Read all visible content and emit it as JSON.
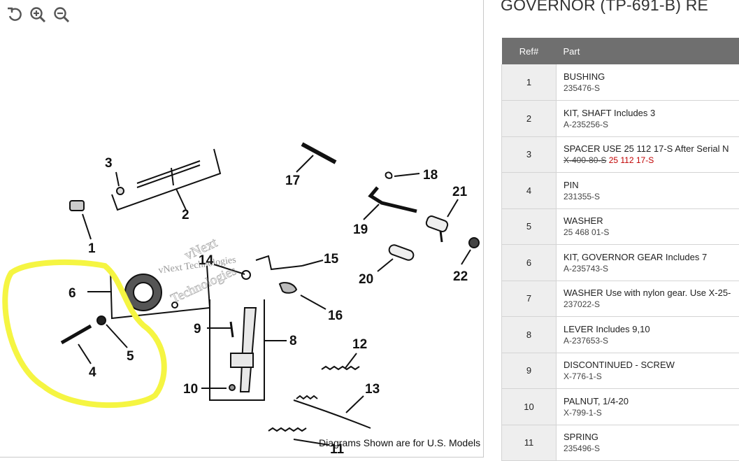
{
  "toolbar": {
    "reset_icon": "reset-icon",
    "zoom_in_icon": "zoom-in-icon",
    "zoom_out_icon": "zoom-out-icon"
  },
  "diagram": {
    "callouts": [
      "1",
      "2",
      "3",
      "4",
      "5",
      "6",
      "8",
      "9",
      "10",
      "11",
      "12",
      "13",
      "14",
      "15",
      "16",
      "17",
      "18",
      "19",
      "20",
      "21",
      "22"
    ],
    "watermark_big": "vNext",
    "watermark_small": "Technologies",
    "watermark_text": "vNext Technologies",
    "caption": "Diagrams Shown are for U.S. Models",
    "highlight_color": "#f5f542"
  },
  "title": "GOVERNOR (TP-691-B) RE",
  "table": {
    "headers": {
      "ref": "Ref#",
      "part": "Part"
    },
    "header_bg": "#6f6f6f",
    "rows": [
      {
        "ref": "1",
        "name": "BUSHING",
        "number": "235476-S"
      },
      {
        "ref": "2",
        "name": "KIT, SHAFT Includes 3",
        "number": "A-235256-S"
      },
      {
        "ref": "3",
        "name": "SPACER USE 25 112 17-S After Serial N",
        "number_old": "X-400-80-S",
        "number_new": "25 112 17-S"
      },
      {
        "ref": "4",
        "name": "PIN",
        "number": "231355-S"
      },
      {
        "ref": "5",
        "name": "WASHER",
        "number": "25 468 01-S"
      },
      {
        "ref": "6",
        "name": "KIT, GOVERNOR GEAR Includes 7",
        "number": "A-235743-S"
      },
      {
        "ref": "7",
        "name": "WASHER Use with nylon gear. Use X-25-",
        "number": "237022-S"
      },
      {
        "ref": "8",
        "name": "LEVER Includes 9,10",
        "number": "A-237653-S"
      },
      {
        "ref": "9",
        "name": "DISCONTINUED - SCREW",
        "number": "X-776-1-S"
      },
      {
        "ref": "10",
        "name": "PALNUT, 1/4-20",
        "number": "X-799-1-S"
      },
      {
        "ref": "11",
        "name": "SPRING",
        "number": "235496-S"
      }
    ]
  }
}
